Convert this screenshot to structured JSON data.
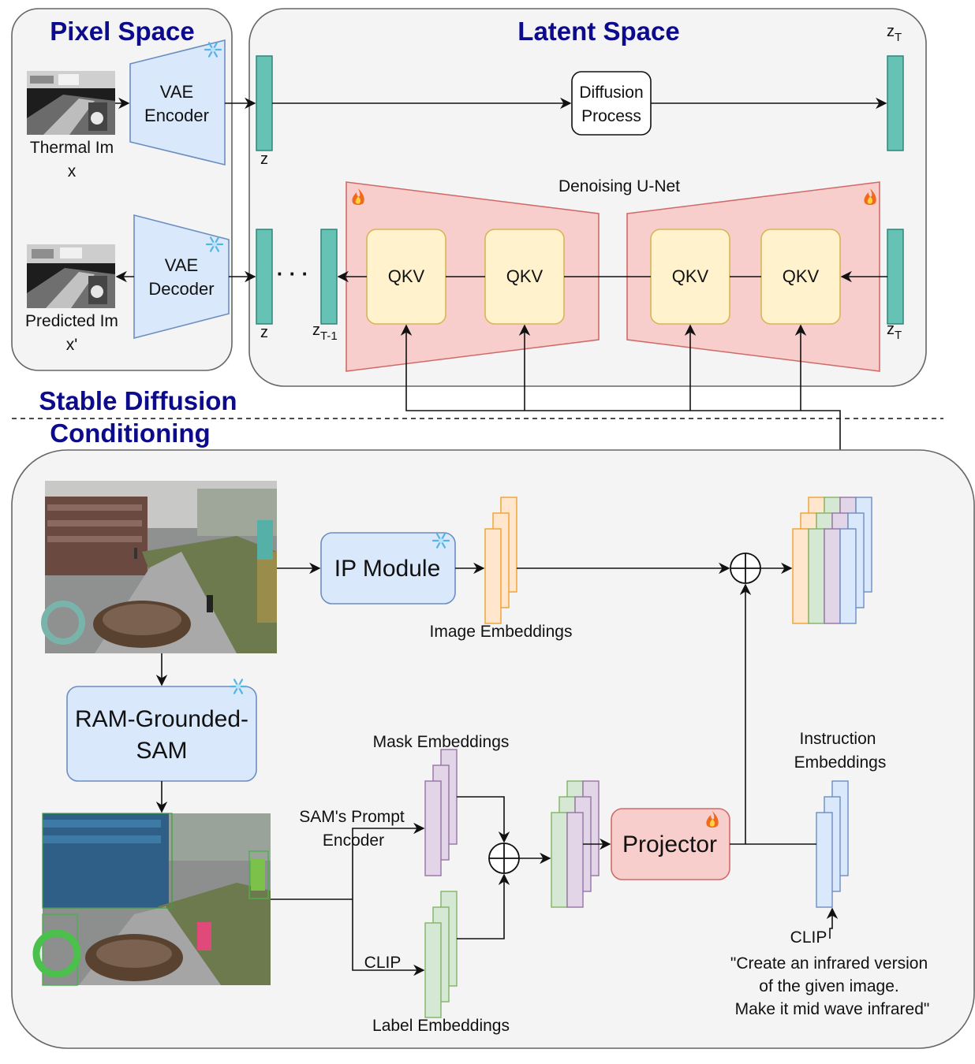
{
  "sections": {
    "pixel_space": "Pixel Space",
    "latent_space": "Latent Space",
    "stable_diffusion": "Stable Diffusion",
    "conditioning": "Conditioning"
  },
  "pixel": {
    "vae_encoder": [
      "VAE",
      "Encoder"
    ],
    "vae_decoder": [
      "VAE",
      "Decoder"
    ],
    "thermal_caption": [
      "Thermal Im",
      "x"
    ],
    "predicted_caption": [
      "Predicted Im",
      "x'"
    ]
  },
  "latent": {
    "z_label": "z",
    "z_label_2": "z",
    "zt_main": "z",
    "zt_sub": "T",
    "zt_bottom_sub": "T",
    "zt1_main": "z",
    "zt1_sub": "T-1",
    "diffusion_process": [
      "Diffusion",
      "Process"
    ],
    "unet_title": "Denoising U-Net",
    "qkv": [
      "QKV",
      "QKV",
      "QKV",
      "QKV"
    ],
    "dots": "· · ·"
  },
  "conditioning": {
    "ip_module": "IP Module",
    "image_embeddings": "Image Embeddings",
    "ram_sam": [
      "RAM-Grounded-",
      "SAM"
    ],
    "sam_prompt_encoder": [
      "SAM's Prompt",
      "Encoder"
    ],
    "clip_left": "CLIP",
    "mask_embeddings": "Mask Embeddings",
    "label_embeddings": "Label Embeddings",
    "projector": "Projector",
    "instruction_embeddings": [
      "Instruction",
      "Embeddings"
    ],
    "clip_right": "CLIP",
    "prompt": [
      "\"Create an infrared version",
      "of the given image.",
      "Make it mid wave infrared\""
    ]
  },
  "colors": {
    "title_blue": "#0b0b8c",
    "latent_teal": "#66c2b4",
    "vae_blue": "#dae8fc",
    "unet_red": "#f8cecc",
    "qkv_yellow": "#fff2cc",
    "embed_orange": "#ffe6cc",
    "embed_purple": "#e1d5e7",
    "embed_green": "#d5e8d4",
    "embed_blue": "#dae8fc"
  },
  "icons": [
    "snowflake-icon",
    "fire-icon"
  ]
}
